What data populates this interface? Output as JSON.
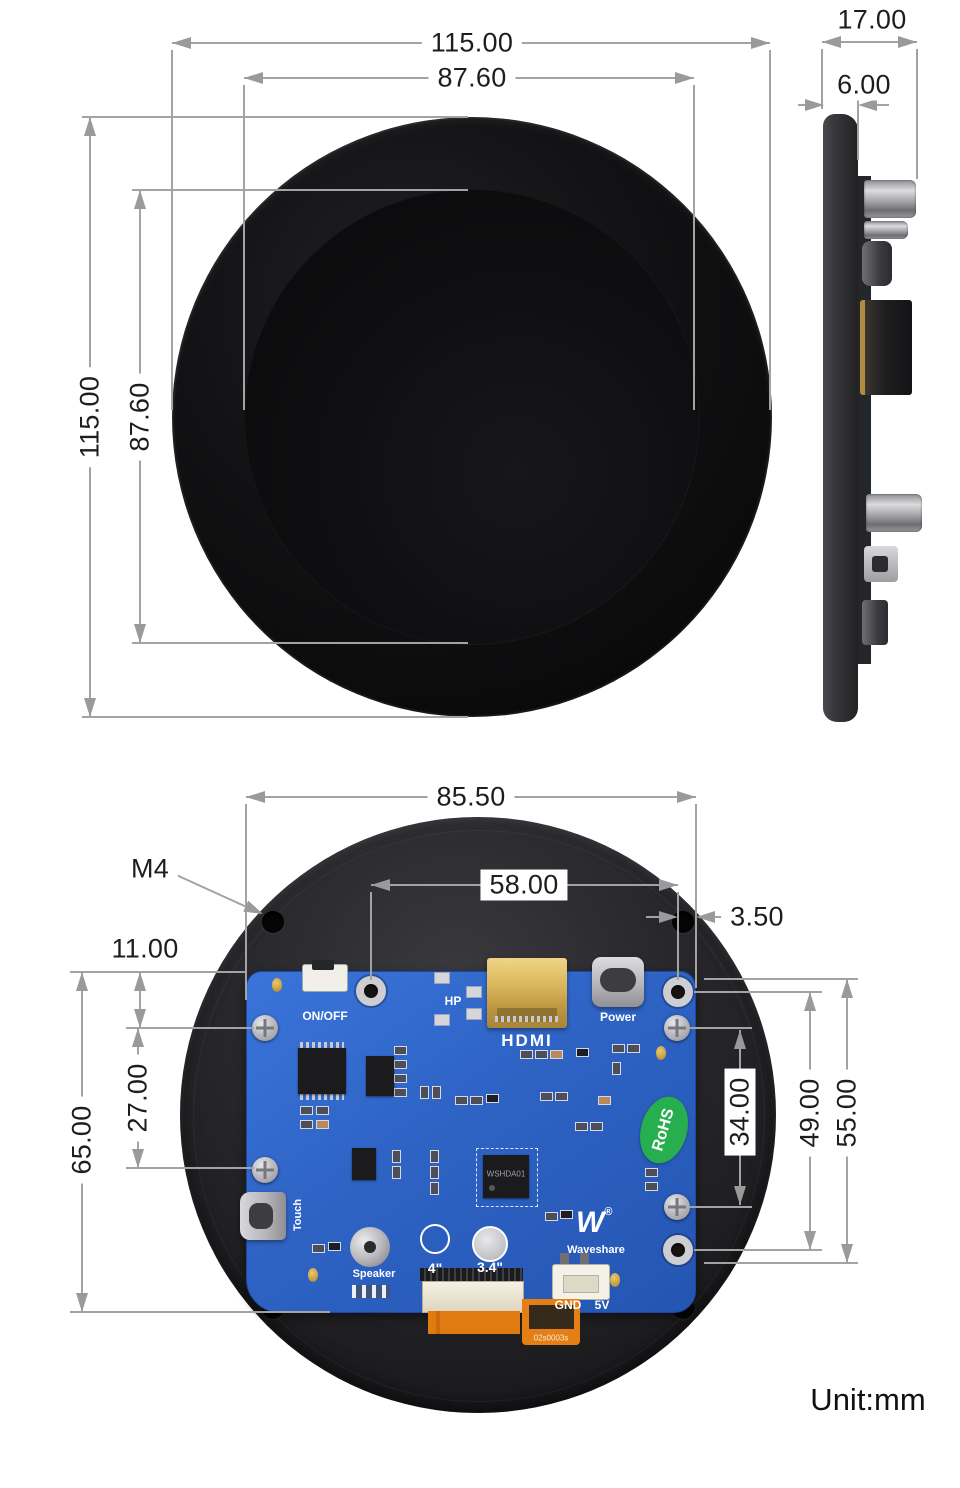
{
  "unit_note": "Unit:mm",
  "front_view": {
    "outer_diameter_top": "115.00",
    "display_diameter_top": "87.60",
    "outer_diameter_left": "115.00",
    "display_diameter_left": "87.60"
  },
  "side_view": {
    "total_thickness": "17.00",
    "panel_thickness": "6.00"
  },
  "back_view": {
    "pcb_width": "85.50",
    "top_hole_spacing": "58.00",
    "hole_to_edge": "3.50",
    "mount_hole_type": "M4",
    "edge_to_screw": "11.00",
    "left_screw_spacing": "27.00",
    "pcb_height": "65.00",
    "right_screw_spacing": "34.00",
    "right_hole_spacing": "49.00",
    "right_hole_outer_span": "55.00"
  },
  "pcb_silkscreen": {
    "power_switch": "ON/OFF",
    "headphone": "HP",
    "hdmi": "HDMI",
    "power_port": "Power",
    "touch_port": "Touch",
    "speaker": "Speaker",
    "lcd_size": "4\"",
    "panel_size": "3.4\"",
    "gnd": "GND",
    "v5": "5V",
    "brand": "Waveshare",
    "brand_mark": "W",
    "reg_mark": "®",
    "main_chip": "WSHDA01",
    "rohs_badge": "RoHS",
    "fpc_marking": "02s0003s"
  },
  "colors": {
    "pcb_blue": "#2e63c4",
    "hdmi_gold": "#d7b355",
    "case_dark": "#232327",
    "dim_line": "#a3a3a3",
    "rohs_green": "#27ae4e",
    "screen_black": "#0a0a0b"
  }
}
